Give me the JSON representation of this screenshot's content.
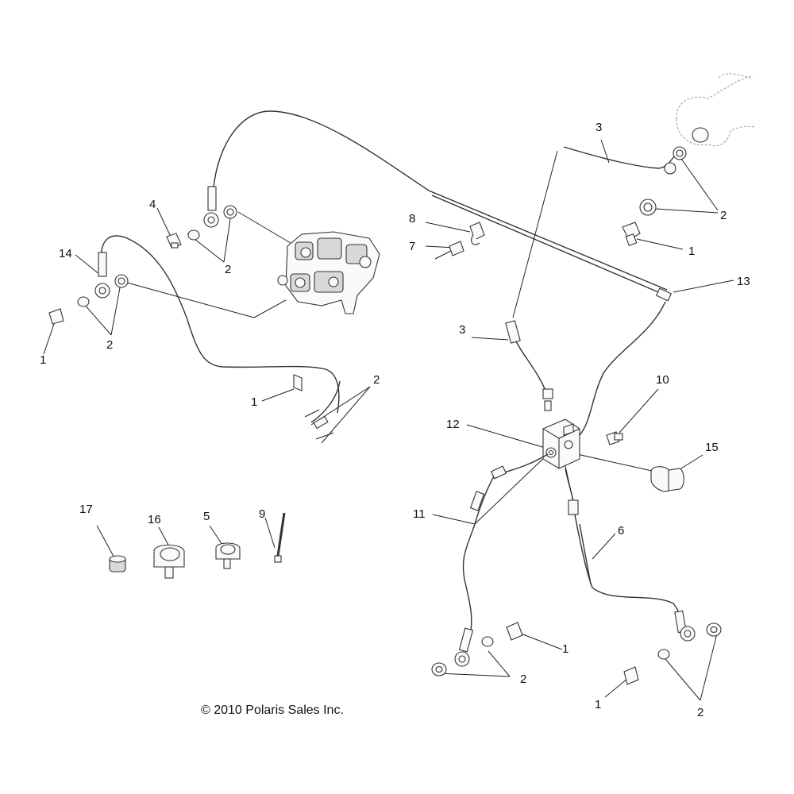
{
  "diagram": {
    "callouts": [
      "3",
      "2",
      "1",
      "13",
      "8",
      "7",
      "4",
      "14",
      "2",
      "1",
      "2",
      "1",
      "2",
      "3",
      "10",
      "12",
      "15",
      "11",
      "6",
      "17",
      "16",
      "5",
      "9",
      "1",
      "2",
      "1",
      "2"
    ],
    "copyright": "© 2010 Polaris Sales Inc."
  }
}
